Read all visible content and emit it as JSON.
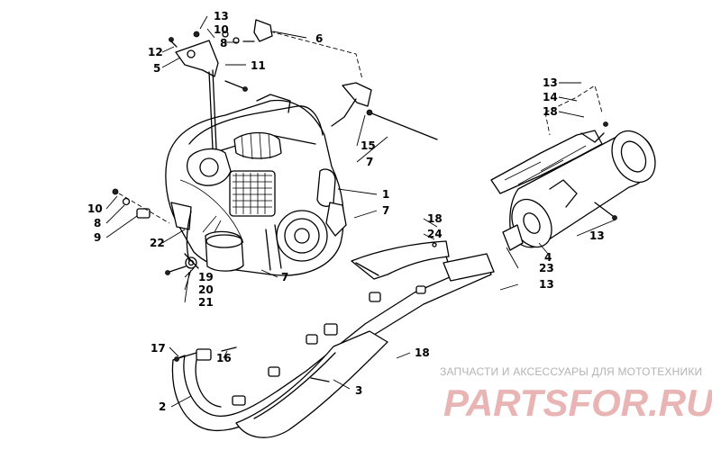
{
  "callouts": [
    {
      "id": "c-13-top",
      "label": "13"
    },
    {
      "id": "c-10-top",
      "label": "10"
    },
    {
      "id": "c-8-top",
      "label": "8"
    },
    {
      "id": "c-12",
      "label": "12"
    },
    {
      "id": "c-5",
      "label": "5"
    },
    {
      "id": "c-11",
      "label": "11"
    },
    {
      "id": "c-6",
      "label": "6"
    },
    {
      "id": "c-15",
      "label": "15"
    },
    {
      "id": "c-7-a",
      "label": "7"
    },
    {
      "id": "c-1",
      "label": "1"
    },
    {
      "id": "c-7-b",
      "label": "7"
    },
    {
      "id": "c-10-left",
      "label": "10"
    },
    {
      "id": "c-8-left",
      "label": "8"
    },
    {
      "id": "c-9",
      "label": "9"
    },
    {
      "id": "c-22",
      "label": "22"
    },
    {
      "id": "c-19",
      "label": "19"
    },
    {
      "id": "c-20",
      "label": "20"
    },
    {
      "id": "c-21",
      "label": "21"
    },
    {
      "id": "c-7-c",
      "label": "7"
    },
    {
      "id": "c-17",
      "label": "17"
    },
    {
      "id": "c-16",
      "label": "16"
    },
    {
      "id": "c-2",
      "label": "2"
    },
    {
      "id": "c-3",
      "label": "3"
    },
    {
      "id": "c-18-bottom",
      "label": "18"
    },
    {
      "id": "c-18-mid",
      "label": "18"
    },
    {
      "id": "c-24",
      "label": "24"
    },
    {
      "id": "c-23",
      "label": "23"
    },
    {
      "id": "c-13-mid",
      "label": "13"
    },
    {
      "id": "c-4",
      "label": "4"
    },
    {
      "id": "c-13-right",
      "label": "13"
    },
    {
      "id": "c-13-muffler",
      "label": "13"
    },
    {
      "id": "c-14",
      "label": "14"
    },
    {
      "id": "c-18-right",
      "label": "18"
    }
  ],
  "watermark": {
    "caption": "ЗАПЧАСТИ И АКСЕССУАРЫ ДЛЯ МОТОТЕХНИКИ",
    "logo": "PARTSFOR.RU",
    "logo_color": "#e8b4b4"
  }
}
